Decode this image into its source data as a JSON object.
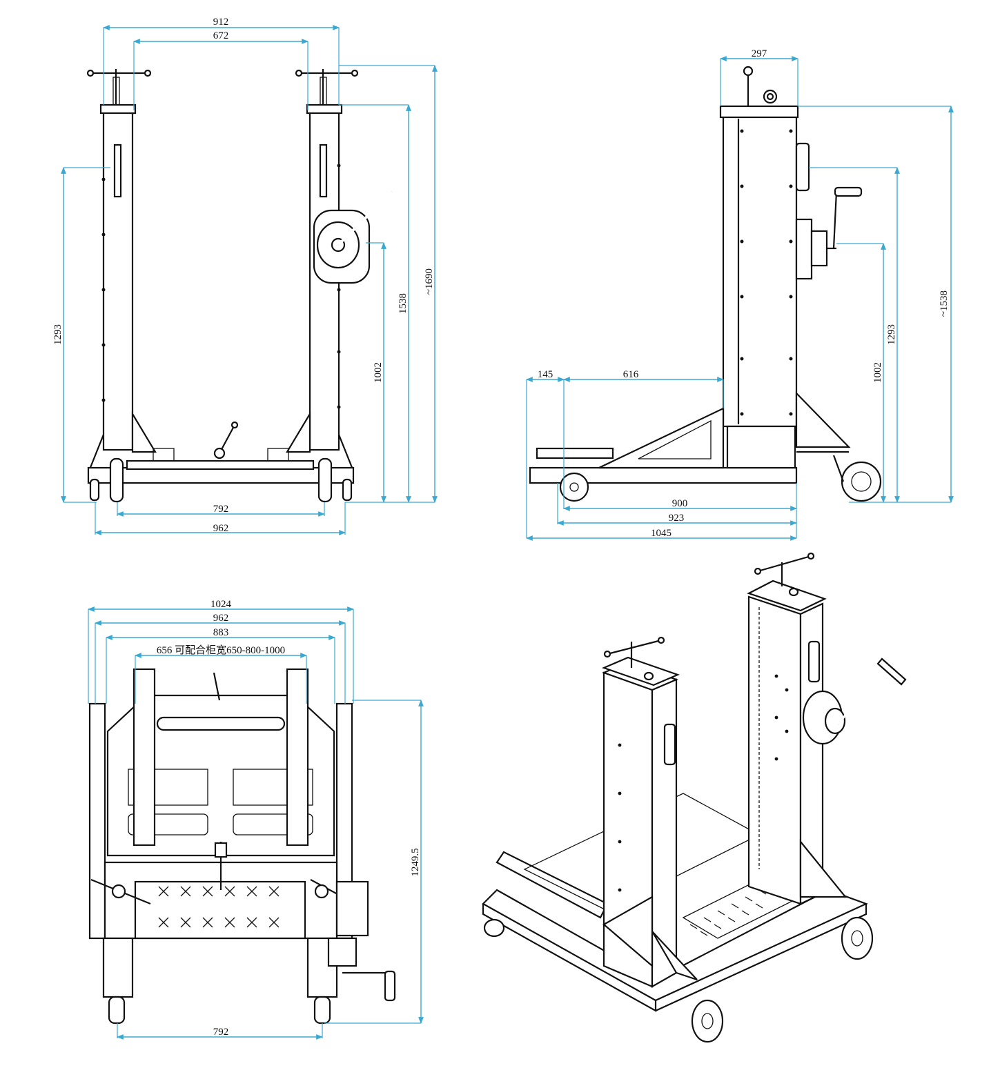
{
  "colors": {
    "dimension_line": "#3aa8d0",
    "outline": "#111111",
    "background": "#ffffff"
  },
  "front_view": {
    "dim_912": "912",
    "dim_672": "672",
    "dim_1293": "1293",
    "dim_1538": "1538",
    "dim_1690": "~1690",
    "dim_1002": "1002",
    "dim_792": "792",
    "dim_962": "962"
  },
  "side_view": {
    "dim_297": "297",
    "dim_145": "145",
    "dim_616": "616",
    "dim_900": "900",
    "dim_923": "923",
    "dim_1045": "1045",
    "dim_1002": "1002",
    "dim_1293": "1293",
    "dim_1538": "~1538"
  },
  "top_view": {
    "dim_1024": "1024",
    "dim_962": "962",
    "dim_883": "883",
    "dim_656_note": "656 可配合柜宽650-800-1000",
    "dim_1249": "1249.5",
    "dim_792": "792"
  },
  "isometric_view": {}
}
